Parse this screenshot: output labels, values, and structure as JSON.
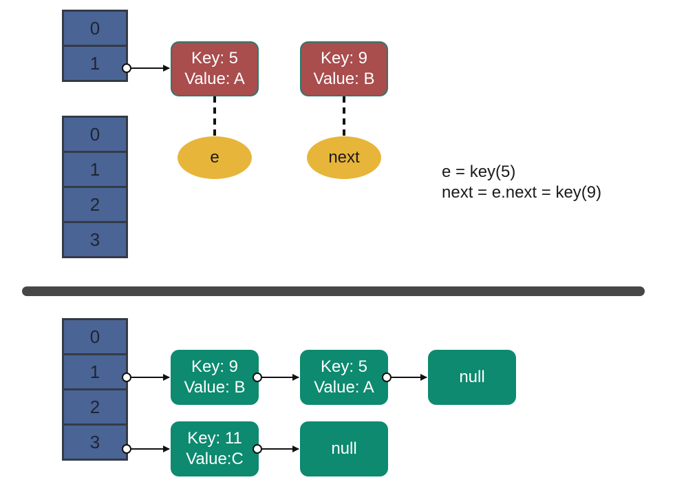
{
  "top_old_table": {
    "buckets": [
      "0",
      "1"
    ]
  },
  "top_new_table": {
    "buckets": [
      "0",
      "1",
      "2",
      "3"
    ]
  },
  "top_nodes": [
    {
      "key": "Key: 5",
      "value": "Value: A"
    },
    {
      "key": "Key: 9",
      "value": "Value: B"
    }
  ],
  "pointers": {
    "e": "e",
    "next": "next"
  },
  "code": [
    "e = key(5)",
    "next = e.next = key(9)"
  ],
  "bottom_table": {
    "buckets": [
      "0",
      "1",
      "2",
      "3"
    ]
  },
  "bottom_chain_1": [
    {
      "key": "Key: 9",
      "value": "Value: B"
    },
    {
      "key": "Key: 5",
      "value": "Value: A"
    }
  ],
  "bottom_chain_1_end": "null",
  "bottom_chain_3": [
    {
      "key": "Key: 11",
      "value": "Value:C"
    }
  ],
  "bottom_chain_3_end": "null",
  "colors": {
    "bucket": "#4a6496",
    "old_node": "#a94d4d",
    "new_node": "#0d8a6f",
    "pointer": "#e7b53a"
  }
}
